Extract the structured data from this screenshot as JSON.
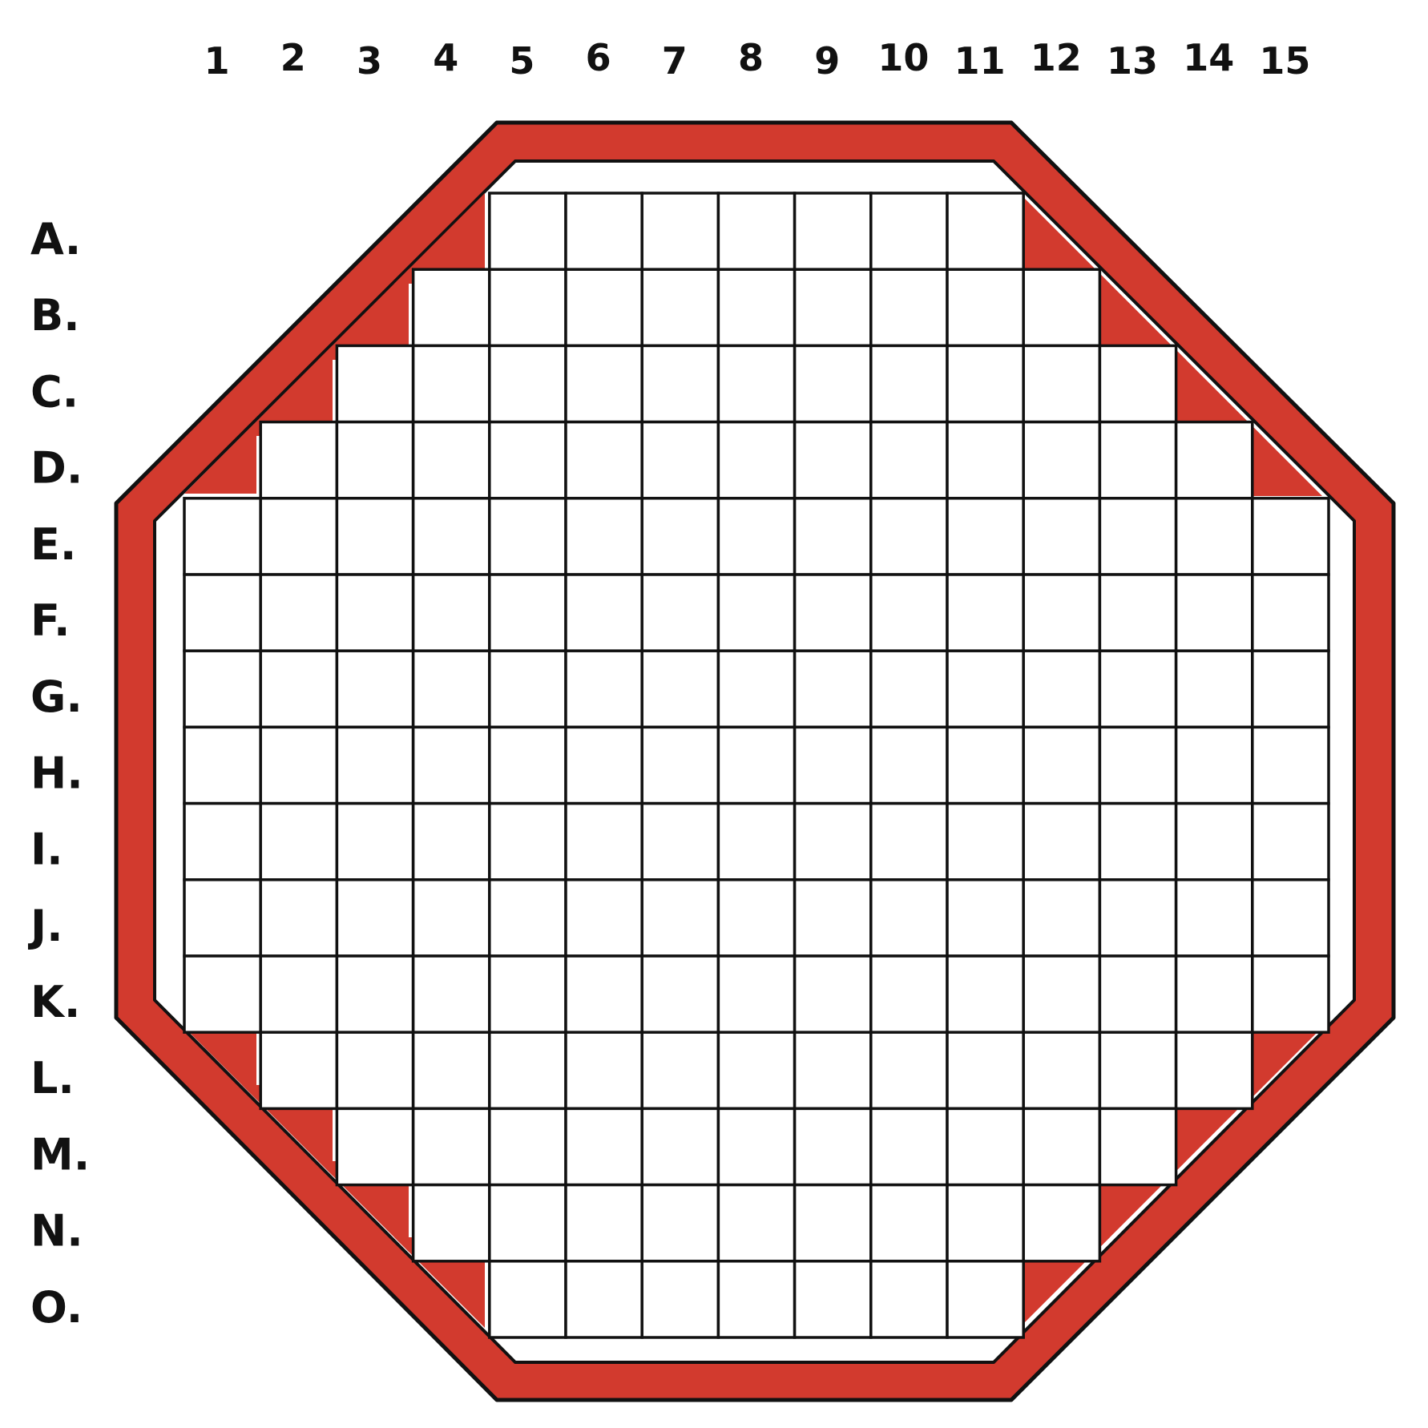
{
  "board": {
    "columns": [
      "1",
      "2",
      "3",
      "4",
      "5",
      "6",
      "7",
      "8",
      "9",
      "10",
      "11",
      "12",
      "13",
      "14",
      "15"
    ],
    "rows": [
      "A.",
      "B.",
      "C.",
      "D.",
      "E.",
      "F.",
      "G.",
      "H.",
      "I.",
      "J.",
      "K.",
      "L.",
      "M.",
      "N.",
      "O."
    ],
    "row_spans": [
      {
        "row": "A.",
        "first_col": 5,
        "last_col": 11
      },
      {
        "row": "B.",
        "first_col": 4,
        "last_col": 12
      },
      {
        "row": "C.",
        "first_col": 3,
        "last_col": 13
      },
      {
        "row": "D.",
        "first_col": 2,
        "last_col": 14
      },
      {
        "row": "E.",
        "first_col": 1,
        "last_col": 15
      },
      {
        "row": "F.",
        "first_col": 1,
        "last_col": 15
      },
      {
        "row": "G.",
        "first_col": 1,
        "last_col": 15
      },
      {
        "row": "H.",
        "first_col": 1,
        "last_col": 15
      },
      {
        "row": "I.",
        "first_col": 1,
        "last_col": 15
      },
      {
        "row": "J.",
        "first_col": 1,
        "last_col": 15
      },
      {
        "row": "K.",
        "first_col": 1,
        "last_col": 15
      },
      {
        "row": "L.",
        "first_col": 2,
        "last_col": 14
      },
      {
        "row": "M.",
        "first_col": 3,
        "last_col": 13
      },
      {
        "row": "N.",
        "first_col": 4,
        "last_col": 12
      },
      {
        "row": "O.",
        "first_col": 5,
        "last_col": 11
      }
    ]
  },
  "colors": {
    "frame": "#d23a2e",
    "grid_line": "#111111",
    "cell": "#ffffff",
    "background": "#ffffff"
  }
}
